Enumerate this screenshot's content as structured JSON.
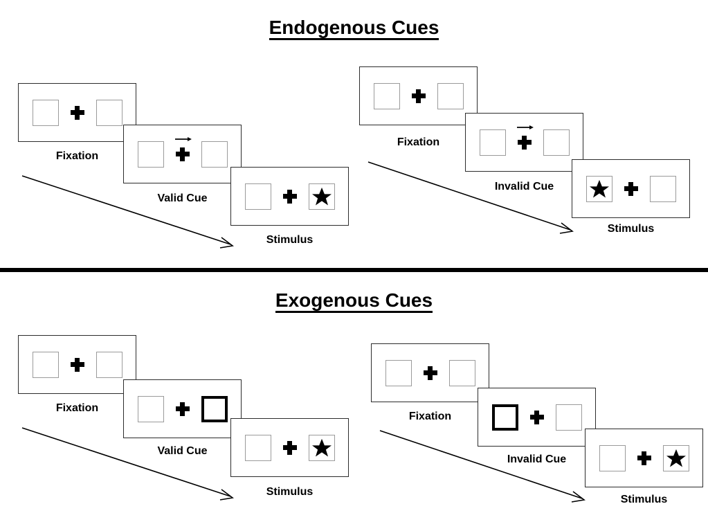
{
  "figure": {
    "sections": [
      {
        "id": "endogenous",
        "title": "Endogenous Cues",
        "groups": [
          {
            "id": "endogenous-valid",
            "panels": [
              {
                "caption": "Fixation",
                "left_box": "empty",
                "right_box": "empty",
                "cue": "none"
              },
              {
                "caption": "Valid Cue",
                "left_box": "empty",
                "right_box": "empty",
                "cue": "arrow-right"
              },
              {
                "caption": "Stimulus",
                "left_box": "empty",
                "right_box": "star",
                "cue": "none"
              }
            ]
          },
          {
            "id": "endogenous-invalid",
            "panels": [
              {
                "caption": "Fixation",
                "left_box": "empty",
                "right_box": "empty",
                "cue": "none"
              },
              {
                "caption": "Invalid Cue",
                "left_box": "empty",
                "right_box": "empty",
                "cue": "arrow-right"
              },
              {
                "caption": "Stimulus",
                "left_box": "star",
                "right_box": "empty",
                "cue": "none"
              }
            ]
          }
        ]
      },
      {
        "id": "exogenous",
        "title": "Exogenous Cues",
        "groups": [
          {
            "id": "exogenous-valid",
            "panels": [
              {
                "caption": "Fixation",
                "left_box": "empty",
                "right_box": "empty",
                "cue": "none"
              },
              {
                "caption": "Valid Cue",
                "left_box": "empty",
                "right_box": "highlighted",
                "cue": "none"
              },
              {
                "caption": "Stimulus",
                "left_box": "empty",
                "right_box": "star",
                "cue": "none"
              }
            ]
          },
          {
            "id": "exogenous-invalid",
            "panels": [
              {
                "caption": "Fixation",
                "left_box": "empty",
                "right_box": "empty",
                "cue": "none"
              },
              {
                "caption": "Invalid Cue",
                "left_box": "highlighted",
                "right_box": "empty",
                "cue": "none"
              },
              {
                "caption": "Stimulus",
                "left_box": "empty",
                "right_box": "star",
                "cue": "none"
              }
            ]
          }
        ]
      }
    ],
    "icons": {
      "fixation_cross": "plus-icon",
      "cue_arrow": "arrow-right-icon",
      "target": "star-icon",
      "time_flow": "diagonal-arrow-icon"
    },
    "colors": {
      "ink": "#000000",
      "panel_border": "#2b2b2b",
      "box_border": "#9a9a9a",
      "highlight_border": "#000000",
      "background": "#ffffff",
      "divider": "#000000"
    }
  }
}
